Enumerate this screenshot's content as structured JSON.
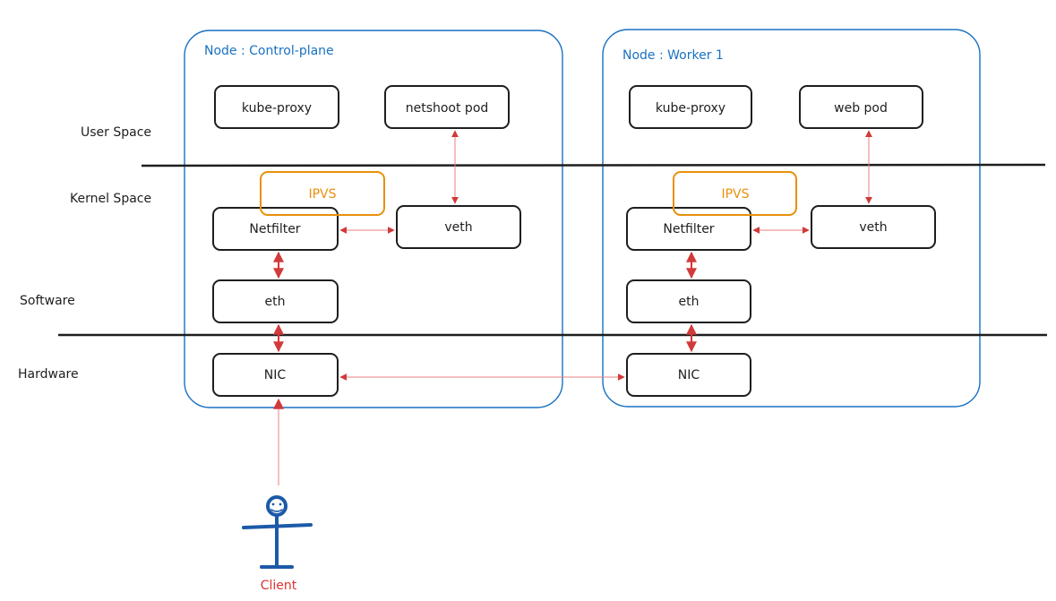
{
  "layers": {
    "user_space": "User Space",
    "kernel_space": "Kernel Space",
    "software": "Software",
    "hardware": "Hardware"
  },
  "nodes": [
    {
      "title": "Node : Control-plane",
      "kube_proxy": "kube-proxy",
      "pod": "netshoot pod",
      "ipvs": "IPVS",
      "netfilter": "Netfilter",
      "veth": "veth",
      "eth": "eth",
      "nic": "NIC"
    },
    {
      "title": "Node : Worker 1",
      "kube_proxy": "kube-proxy",
      "pod": "web pod",
      "ipvs": "IPVS",
      "netfilter": "Netfilter",
      "veth": "veth",
      "eth": "eth",
      "nic": "NIC"
    }
  ],
  "client": {
    "label": "Client",
    "icon": "stick-figure-icon"
  },
  "colors": {
    "node_frame": "#1971c2",
    "ipvs": "#e8900c",
    "arrow": "#e03131",
    "client": "#e03131",
    "stroke": "#1e1e1e"
  }
}
